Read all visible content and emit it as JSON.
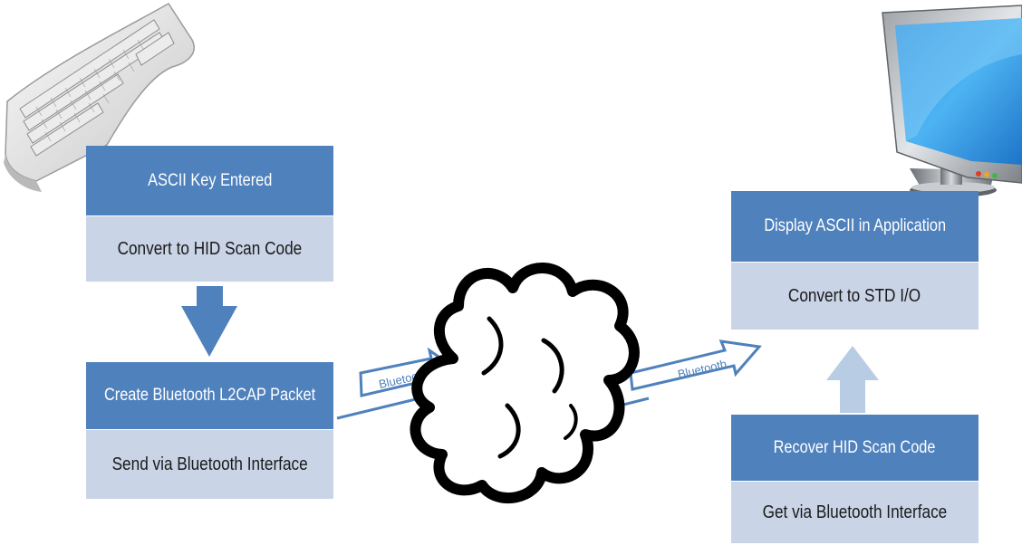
{
  "left": {
    "box1": {
      "header": "ASCII Key Entered",
      "body": "Convert to HID Scan Code"
    },
    "box2": {
      "header": "Create Bluetooth L2CAP Packet",
      "body": "Send via Bluetooth Interface"
    }
  },
  "right": {
    "box1": {
      "header": "Display ASCII in Application",
      "body": "Convert to STD I/O"
    },
    "box2": {
      "header": "Recover HID Scan Code",
      "body": "Get via Bluetooth Interface"
    }
  },
  "links": {
    "left_label": "Bluetooth",
    "right_label": "Bluetooth"
  },
  "colors": {
    "header": "#4f81bd",
    "body": "#c9d4e6",
    "arrow_down": "#4f81bd",
    "arrow_up": "#b8cce4"
  },
  "icons": [
    "keyboard-icon",
    "cloud-icon",
    "monitor-icon"
  ]
}
